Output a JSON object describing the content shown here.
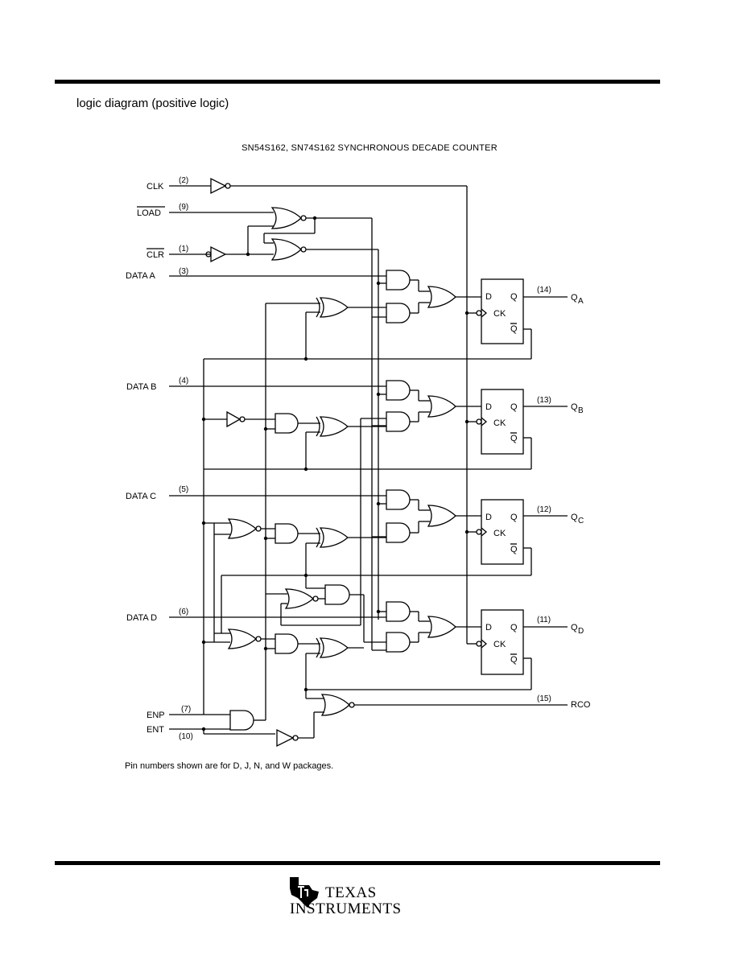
{
  "section_title": "logic diagram (positive logic)",
  "diagram_title": "SN54S162, SN74S162 SYNCHRONOUS DECADE COUNTER",
  "footnote": "Pin numbers shown are for D, J, N, and W packages.",
  "inputs": {
    "clk": {
      "label": "CLK",
      "pin": "(2)"
    },
    "load": {
      "label": "LOAD",
      "pin": "(9)"
    },
    "clr": {
      "label": "CLR",
      "pin": "(1)"
    },
    "data_a": {
      "label": "DATA A",
      "pin": "(3)"
    },
    "data_b": {
      "label": "DATA B",
      "pin": "(4)"
    },
    "data_c": {
      "label": "DATA C",
      "pin": "(5)"
    },
    "data_d": {
      "label": "DATA D",
      "pin": "(6)"
    },
    "enp": {
      "label": "ENP",
      "pin": "(7)"
    },
    "ent": {
      "label": "ENT",
      "pin": "(10)"
    }
  },
  "outputs": {
    "qa": {
      "label": "Q",
      "sub": "A",
      "pin": "(14)"
    },
    "qb": {
      "label": "Q",
      "sub": "B",
      "pin": "(13)"
    },
    "qc": {
      "label": "Q",
      "sub": "C",
      "pin": "(12)"
    },
    "qd": {
      "label": "Q",
      "sub": "D",
      "pin": "(11)"
    },
    "rco": {
      "label": "RCO",
      "pin": "(15)"
    }
  },
  "flipflop_labels": {
    "d": "D",
    "q": "Q",
    "qbar": "Q",
    "ck": "CK"
  },
  "logo": {
    "line1": "TEXAS",
    "line2": "INSTRUMENTS"
  }
}
